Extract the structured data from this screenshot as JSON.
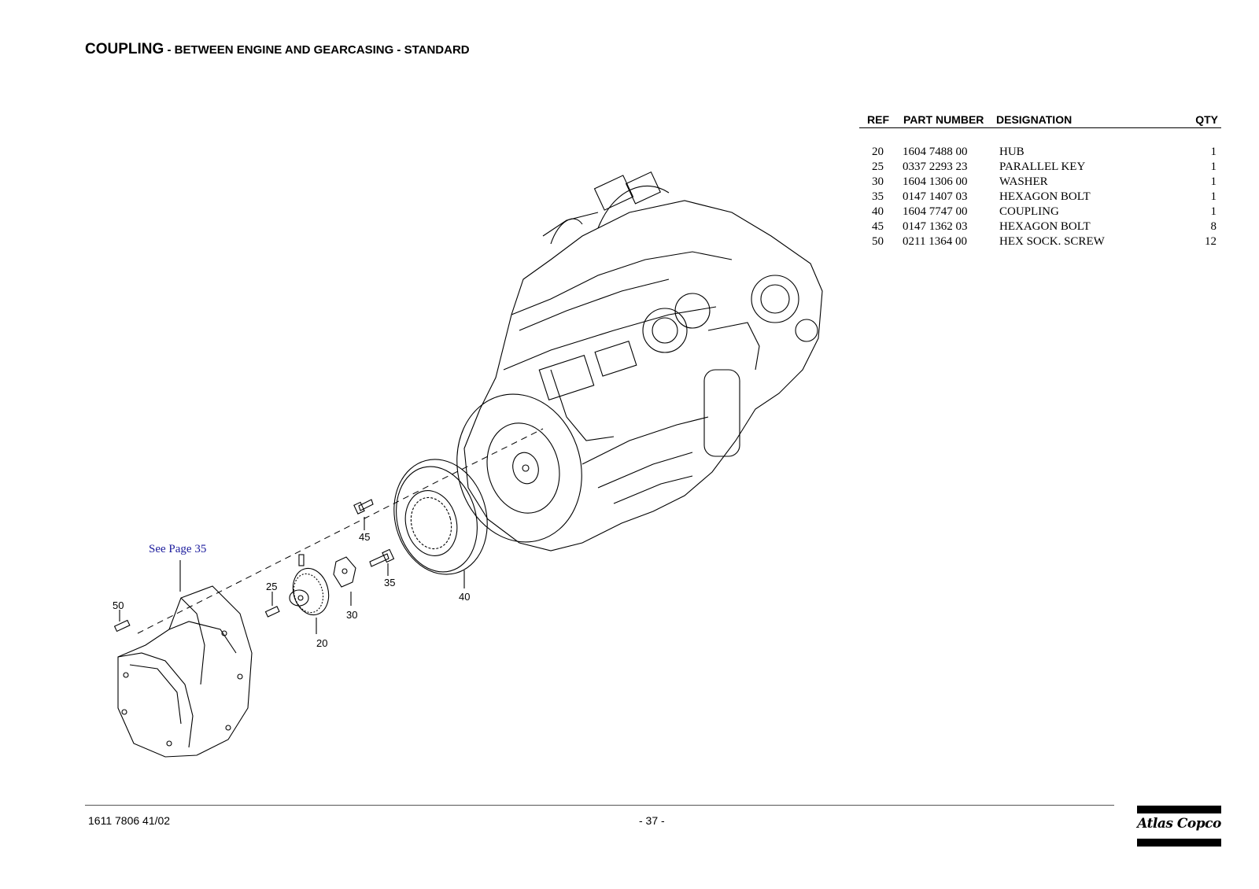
{
  "header": {
    "title_main": "COUPLING",
    "title_sub": " - BETWEEN ENGINE AND GEARCASING - STANDARD"
  },
  "parts_table": {
    "columns": [
      "REF",
      "PART NUMBER",
      "DESIGNATION",
      "QTY"
    ],
    "rows": [
      {
        "ref": "20",
        "part_number": "1604 7488 00",
        "designation": "HUB",
        "qty": "1"
      },
      {
        "ref": "25",
        "part_number": "0337 2293 23",
        "designation": "PARALLEL KEY",
        "qty": "1"
      },
      {
        "ref": "30",
        "part_number": "1604 1306 00",
        "designation": "WASHER",
        "qty": "1"
      },
      {
        "ref": "35",
        "part_number": "0147 1407 03",
        "designation": "HEXAGON BOLT",
        "qty": "1"
      },
      {
        "ref": "40",
        "part_number": "1604 7747 00",
        "designation": "COUPLING",
        "qty": "1"
      },
      {
        "ref": "45",
        "part_number": "0147 1362 03",
        "designation": "HEXAGON BOLT",
        "qty": "8"
      },
      {
        "ref": "50",
        "part_number": "0211 1364 00",
        "designation": "HEX SOCK. SCREW",
        "qty": "12"
      }
    ]
  },
  "drawing": {
    "see_page": "See Page 35",
    "callouts": [
      "20",
      "25",
      "30",
      "35",
      "40",
      "45",
      "50"
    ]
  },
  "footer": {
    "doc_number": "1611 7806 41/02",
    "page_number": "- 37 -",
    "logo_text": "Atlas Copco"
  }
}
